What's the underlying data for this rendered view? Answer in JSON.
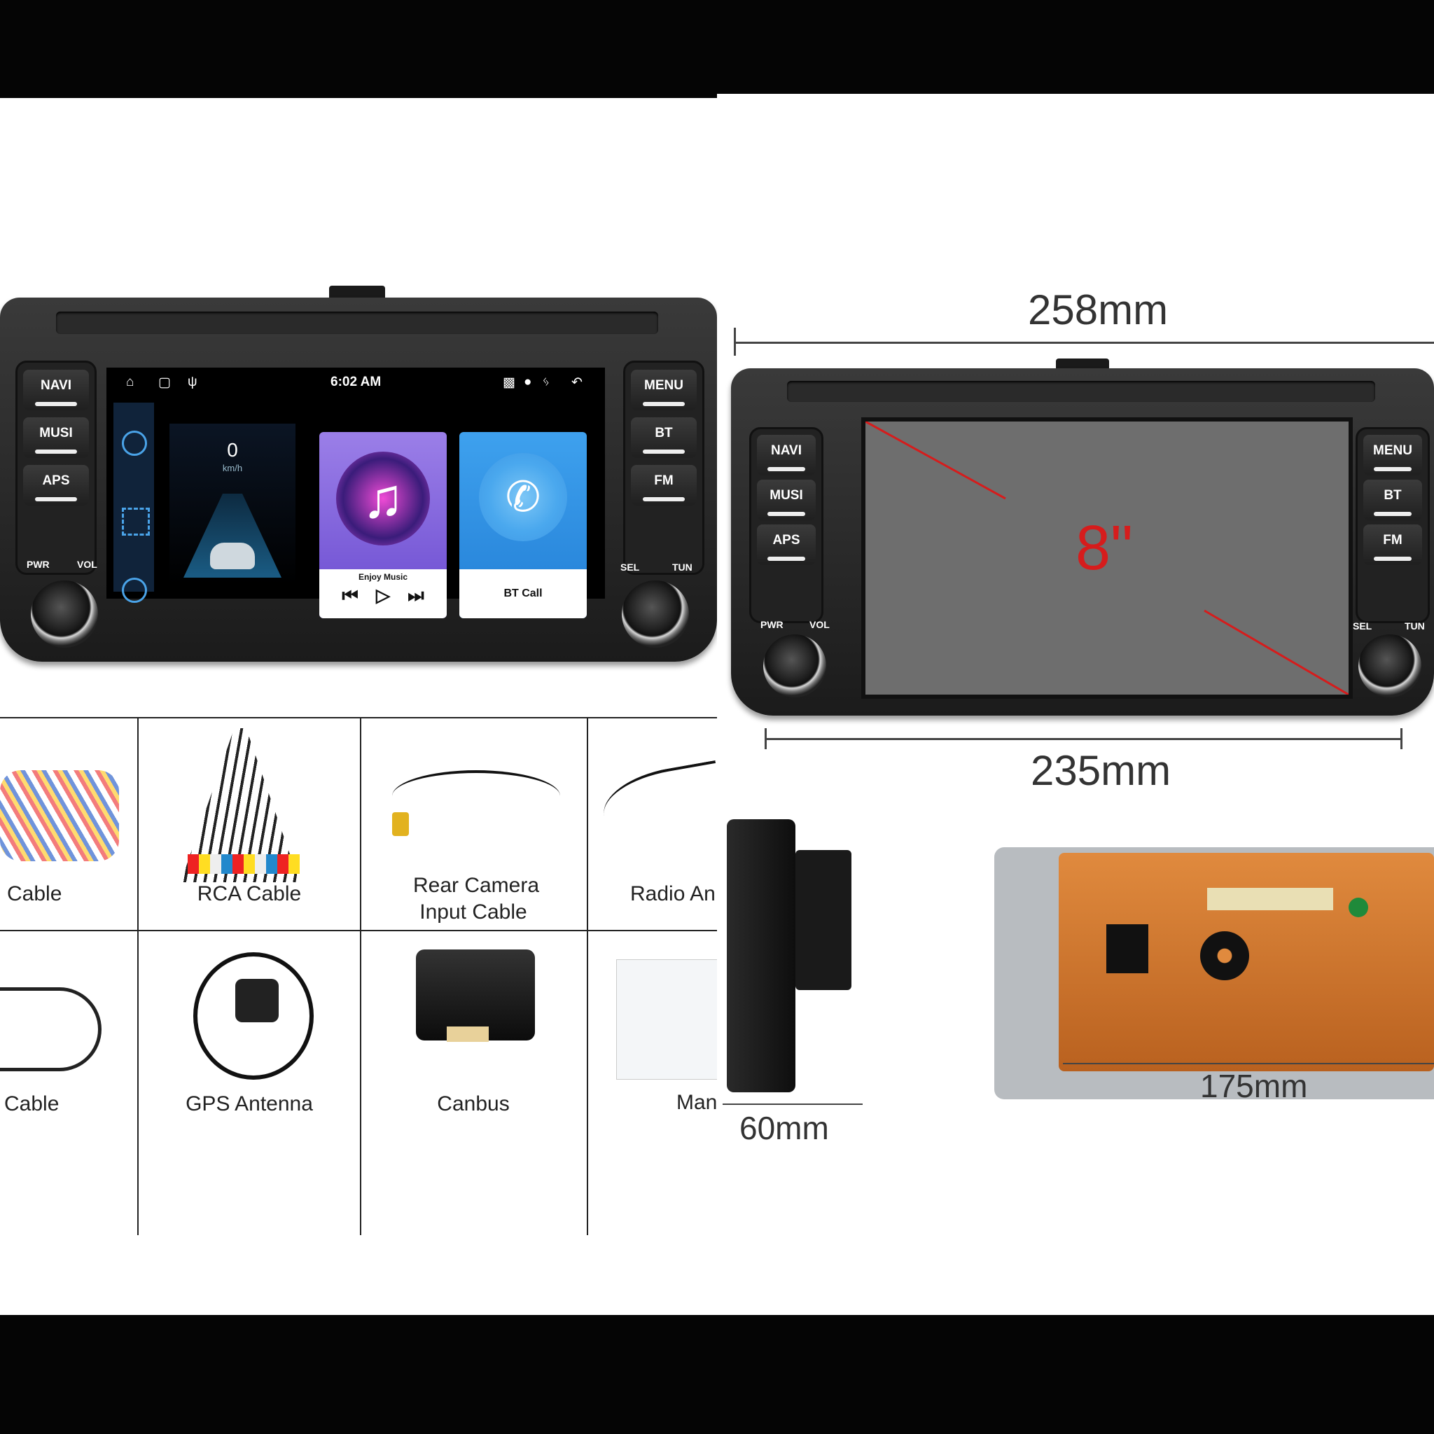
{
  "head_unit": {
    "left_buttons": [
      "NAVI",
      "MUSI",
      "APS"
    ],
    "right_buttons": [
      "MENU",
      "BT",
      "FM"
    ],
    "left_knob_labels": [
      "PWR",
      "VOL"
    ],
    "right_knob_labels": [
      "SEL",
      "TUN"
    ]
  },
  "android_screen": {
    "time": "6:02 AM",
    "speed_value": "0",
    "speed_unit": "km/h",
    "music_card_label": "Enjoy Music",
    "call_card_label": "BT Call"
  },
  "dimensions": {
    "width_top": "258mm",
    "screen_size": "8\"",
    "width_bottom": "235mm",
    "depth": "60mm",
    "back_width": "175mm"
  },
  "accessories": {
    "row1": [
      "Cable",
      "RCA Cable",
      "Rear Camera",
      "Input Cable",
      "Radio An"
    ],
    "row2": [
      "Cable",
      "GPS Antenna",
      "Canbus",
      "Man"
    ]
  },
  "colors": {
    "screen_diag": "#d61c1c",
    "back_panel": "#d2782e",
    "music_card": "#7a5fd6",
    "call_card": "#2f8fe6"
  }
}
